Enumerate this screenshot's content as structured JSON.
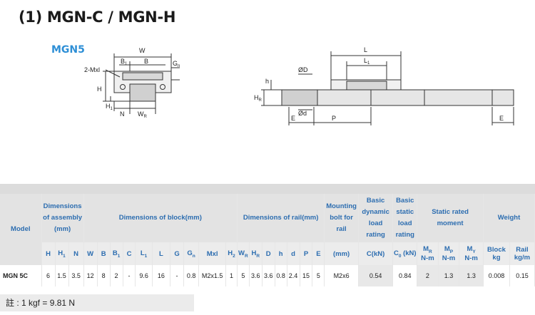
{
  "page_title": "(1) MGN-C / MGN-H",
  "model_name": "MGN5",
  "drawing_labels": {
    "front": {
      "W": "W",
      "B1": "B",
      "B1_sub": "1",
      "B": "B",
      "mxl": "2-Mxl",
      "Gn": "G",
      "Gn_sub": "n",
      "H": "H",
      "H1": "H",
      "H1_sub": "1",
      "N": "N",
      "WR": "W",
      "WR_sub": "R"
    },
    "side": {
      "L": "L",
      "L1": "L",
      "L1_sub": "1",
      "D": "ØD",
      "h": "h",
      "HR": "H",
      "HR_sub": "R",
      "d": "Ød",
      "E_left": "E",
      "P": "P",
      "E_right": "E"
    }
  },
  "table": {
    "model_header": "Model",
    "groups": {
      "assembly": [
        "Dimensions",
        "of assembly",
        "(mm)"
      ],
      "block": "Dimensions of block(mm)",
      "rail": "Dimensions of rail(mm)",
      "bolt": [
        "Mounting",
        "bolt for",
        "rail"
      ],
      "dynamic": [
        "Basic",
        "dynamic",
        "load",
        "rating"
      ],
      "static": [
        "Basic",
        "static",
        "load",
        "rating"
      ],
      "moment": [
        "Static rated",
        "moment"
      ],
      "weight": "Weight"
    },
    "symbols": {
      "H": "H",
      "H1": "H",
      "H1_sub": "1",
      "N": "N",
      "W": "W",
      "B": "B",
      "B1": "B",
      "B1_sub": "1",
      "C": "C",
      "L1": "L",
      "L1_sub": "1",
      "L": "L",
      "G": "G",
      "Gn": "G",
      "Gn_sub": "n",
      "Mxl": "Mxl",
      "H2": "H",
      "H2_sub": "2",
      "WR": "W",
      "WR_sub": "R",
      "HR": "H",
      "HR_sub": "R",
      "D": "D",
      "h": "h",
      "d": "d",
      "P": "P",
      "E": "E",
      "bolt_unit": "(mm)",
      "C_kN": "C(kN)",
      "C0_kN": "C",
      "C0_sub": "0",
      "C0_unit": " (kN)",
      "MR": "M",
      "MR_sub": "R",
      "MP": "M",
      "MP_sub": "P",
      "MY": "M",
      "MY_sub": "Y",
      "moment_unit": "N-m",
      "block": "Block",
      "rail": "Rail",
      "kg": "kg",
      "kgm": "kg/m"
    },
    "rows": [
      {
        "model": "MGN 5C",
        "H": "6",
        "H1": "1.5",
        "N": "3.5",
        "W": "12",
        "B": "8",
        "B1": "2",
        "C": "-",
        "L1": "9.6",
        "L": "16",
        "G": "-",
        "Gn": "0.8",
        "Mxl": "M2x1.5",
        "H2": "1",
        "WR": "5",
        "HR": "3.6",
        "D": "3.6",
        "h": "0.8",
        "d": "2.4",
        "P": "15",
        "E": "5",
        "bolt": "M2x6",
        "C_kN": "0.54",
        "C0_kN": "0.84",
        "MR": "2",
        "MP": "1.3",
        "MY": "1.3",
        "block_kg": "0.008",
        "rail_kgm": "0.15"
      }
    ]
  },
  "footnote": "註 : 1 kgf = 9.81 N",
  "colors": {
    "header_text": "#2c6db0",
    "model_title": "#2e8fd6",
    "table_bg": "#e3e3e3"
  }
}
